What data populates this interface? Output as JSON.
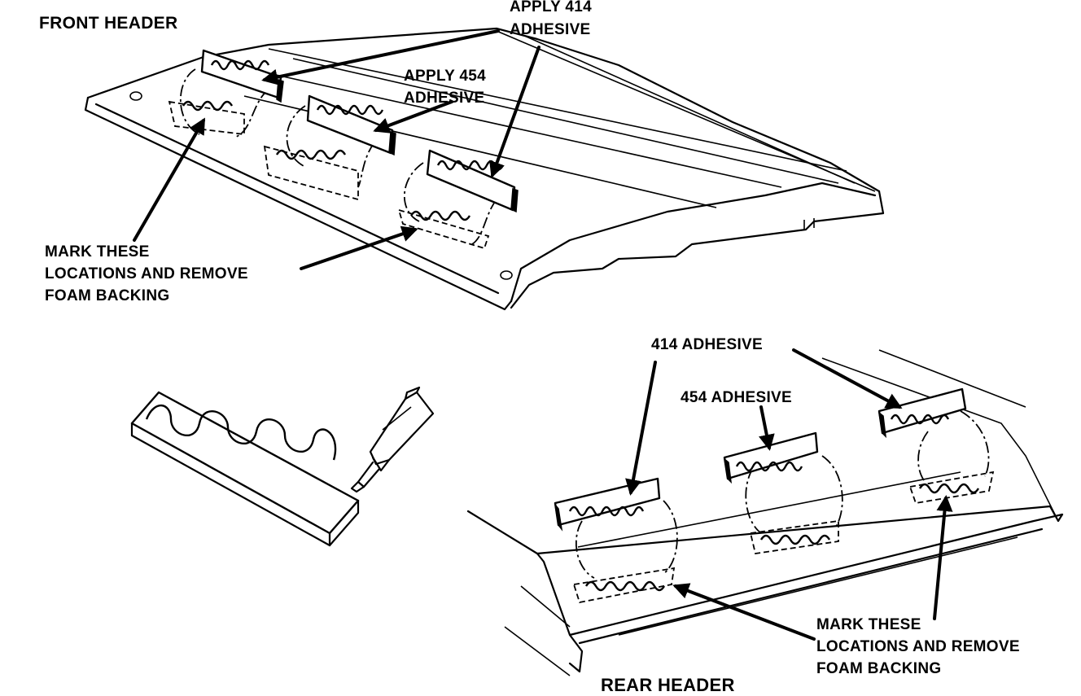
{
  "front_header": {
    "title": "FRONT HEADER",
    "apply_414": [
      "APPLY 414",
      "ADHESIVE"
    ],
    "apply_454": [
      "APPLY 454",
      "ADHESIVE"
    ],
    "mark_note": [
      "MARK THESE",
      "LOCATIONS AND REMOVE",
      "FOAM BACKING"
    ]
  },
  "rear_header": {
    "title": "REAR HEADER",
    "adhesive_414": "414 ADHESIVE",
    "adhesive_454": "454 ADHESIVE",
    "mark_note": [
      "MARK THESE",
      "LOCATIONS AND REMOVE",
      "FOAM BACKING"
    ]
  },
  "colors": {
    "ink": "#000000",
    "paper": "#ffffff"
  },
  "icons": [
    "adhesive-tube-icon",
    "adhesive-strip-icon"
  ]
}
